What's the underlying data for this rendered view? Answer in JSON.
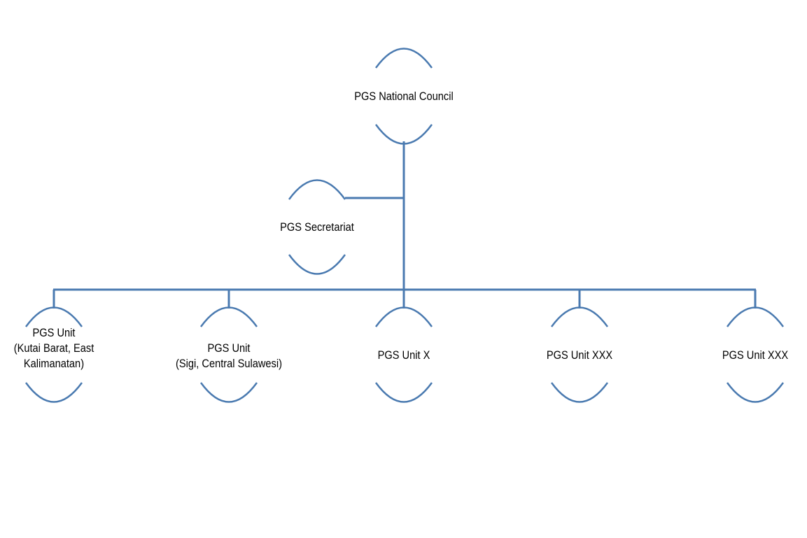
{
  "colors": {
    "line": "#4a7ab0",
    "text": "#000000",
    "background": "#ffffff"
  },
  "nodes": {
    "council": {
      "lines": [
        "PGS National Council"
      ]
    },
    "secretariat": {
      "lines": [
        "PGS Secretariat"
      ]
    },
    "units": [
      {
        "lines": [
          "PGS Unit",
          "(Kutai Barat, East",
          "Kalimanatan)"
        ]
      },
      {
        "lines": [
          "PGS Unit",
          "(Sigi, Central Sulawesi)"
        ]
      },
      {
        "lines": [
          "PGS Unit X"
        ]
      },
      {
        "lines": [
          "PGS Unit XXX"
        ]
      },
      {
        "lines": [
          "PGS Unit XXX"
        ]
      }
    ]
  }
}
